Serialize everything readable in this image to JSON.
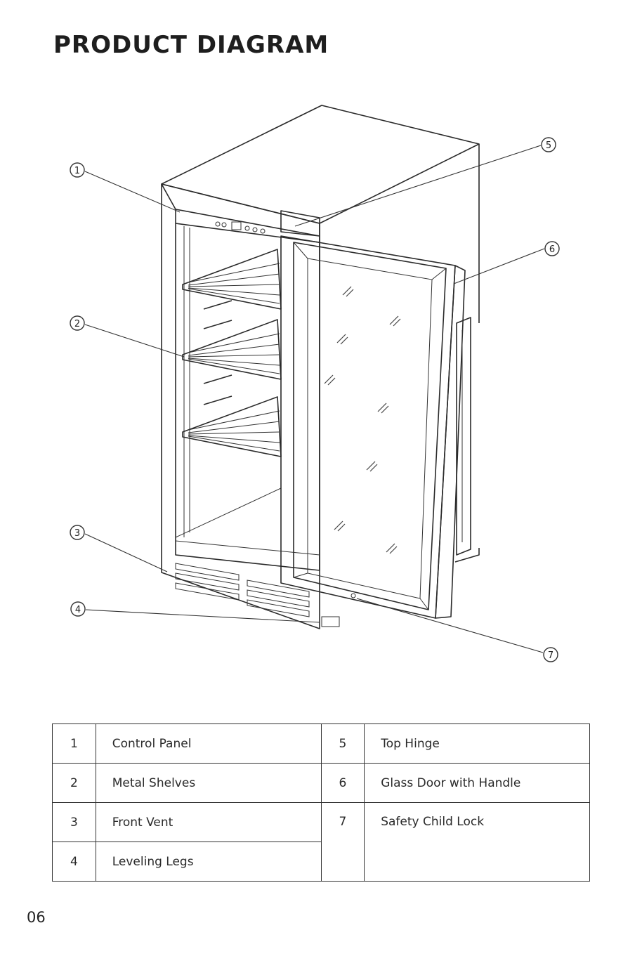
{
  "page": {
    "title": "PRODUCT DIAGRAM",
    "page_number": "06"
  },
  "diagram": {
    "callouts": [
      "1",
      "2",
      "3",
      "4",
      "5",
      "6",
      "7"
    ]
  },
  "parts": [
    {
      "number": "1",
      "name": "Control Panel"
    },
    {
      "number": "2",
      "name": "Metal Shelves"
    },
    {
      "number": "3",
      "name": "Front Vent"
    },
    {
      "number": "4",
      "name": "Leveling Legs"
    },
    {
      "number": "5",
      "name": "Top Hinge"
    },
    {
      "number": "6",
      "name": "Glass Door with Handle"
    },
    {
      "number": "7",
      "name": "Safety Child Lock"
    }
  ]
}
